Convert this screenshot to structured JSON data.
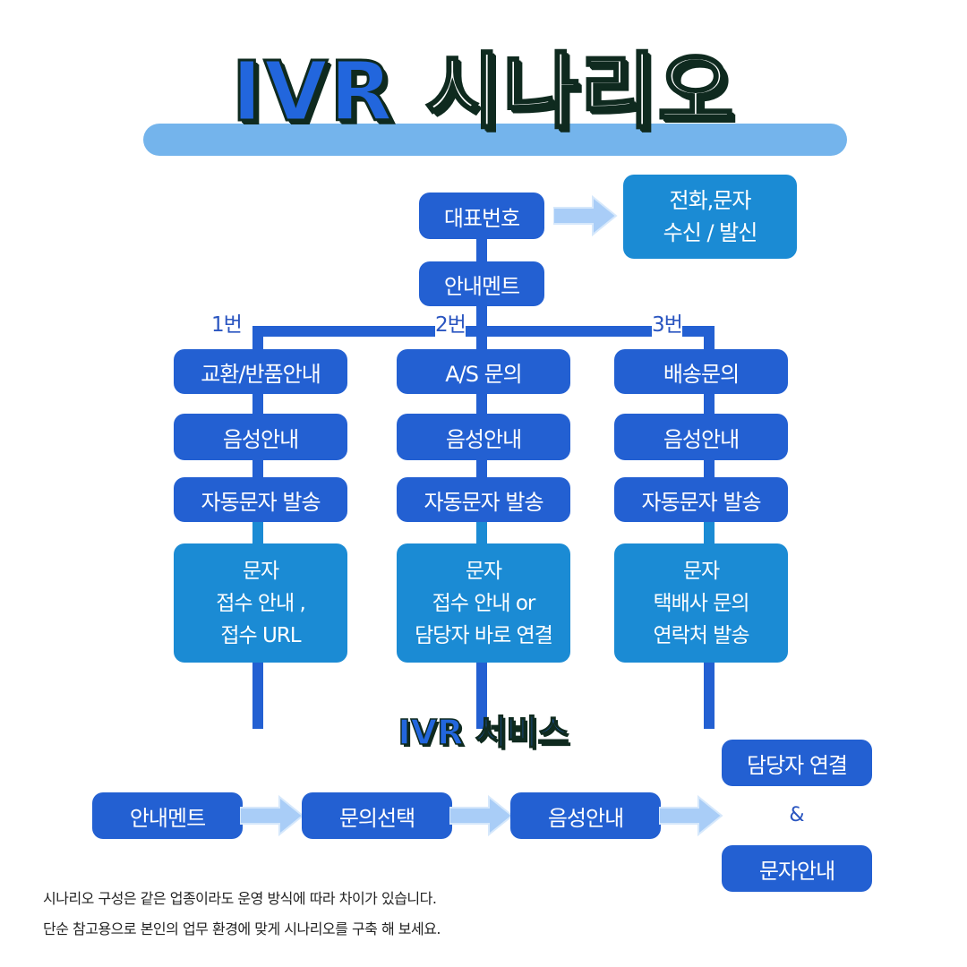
{
  "title": {
    "part1": "IVR",
    "part2": "시나리오"
  },
  "top": {
    "main_number": "대표번호",
    "call_box": [
      "전화,문자",
      "수신 / 발신"
    ],
    "intro": "안내멘트"
  },
  "branches": [
    {
      "label": "1번",
      "category": "교환/반품안내",
      "voice": "음성안내",
      "sms": "자동문자 발송",
      "result": [
        "문자",
        "접수 안내 ,",
        "접수 URL"
      ]
    },
    {
      "label": "2번",
      "category": "A/S 문의",
      "voice": "음성안내",
      "sms": "자동문자 발송",
      "result": [
        "문자",
        "접수 안내 or",
        "담당자 바로 연결"
      ]
    },
    {
      "label": "3번",
      "category": "배송문의",
      "voice": "음성안내",
      "sms": "자동문자 발송",
      "result": [
        "문자",
        "택배사 문의",
        "연락처 발송"
      ]
    }
  ],
  "service": {
    "title": "IVR 서비스",
    "flow": [
      "안내멘트",
      "문의선택",
      "음성안내"
    ],
    "outcome_top": "담당자 연결",
    "amp": "&",
    "outcome_bottom": "문자안내"
  },
  "notes": [
    "시나리오 구성은 같은 업종이라도 운영 방식에 따라 차이가 있습니다.",
    "단순 참고용으로 본인의 업무 환경에 맞게 시나리오를 구축 해 보세요."
  ],
  "colors": {
    "dark_box": "#2360d2",
    "light_box": "#1b8bd4",
    "title_band": "#74b4ec",
    "arrow": "#a9cdf7"
  }
}
